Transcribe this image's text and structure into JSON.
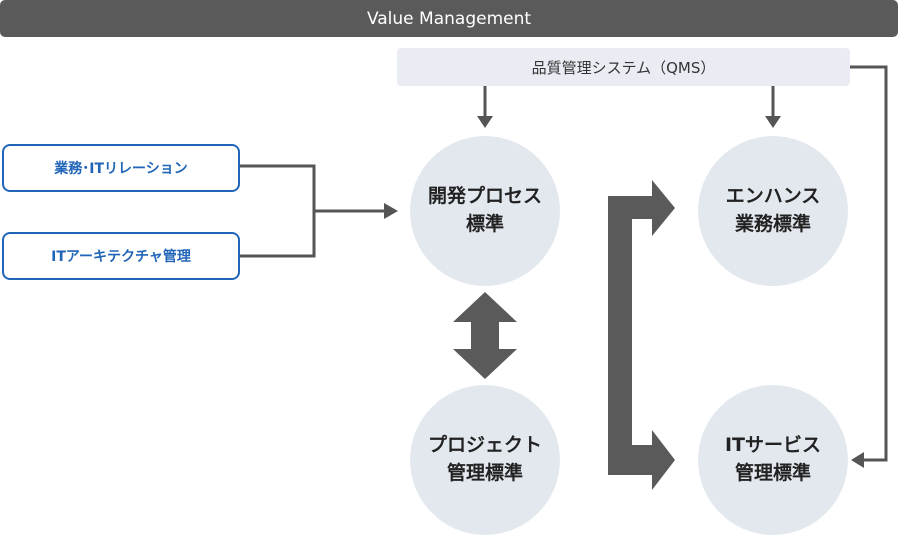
{
  "header": {
    "title": "Value Management"
  },
  "qms": {
    "label": "品質管理システム（QMS）"
  },
  "sources": [
    {
      "label": "業務･ITリレーション"
    },
    {
      "label": "ITアーキテクチャ管理"
    }
  ],
  "circles": {
    "dev": {
      "line1": "開発プロセス",
      "line2": "標準"
    },
    "enh": {
      "line1": "エンハンス",
      "line2": "業務標準"
    },
    "prj": {
      "line1": "プロジェクト",
      "line2": "管理標準"
    },
    "its": {
      "line1": "ITサービス",
      "line2": "管理標準"
    }
  },
  "colors": {
    "banner": "#5a5a5a",
    "qms_bg": "#e9edf3",
    "circle_bg": "#e3e8ef",
    "source_border": "#2165b8",
    "arrow": "#555555"
  }
}
